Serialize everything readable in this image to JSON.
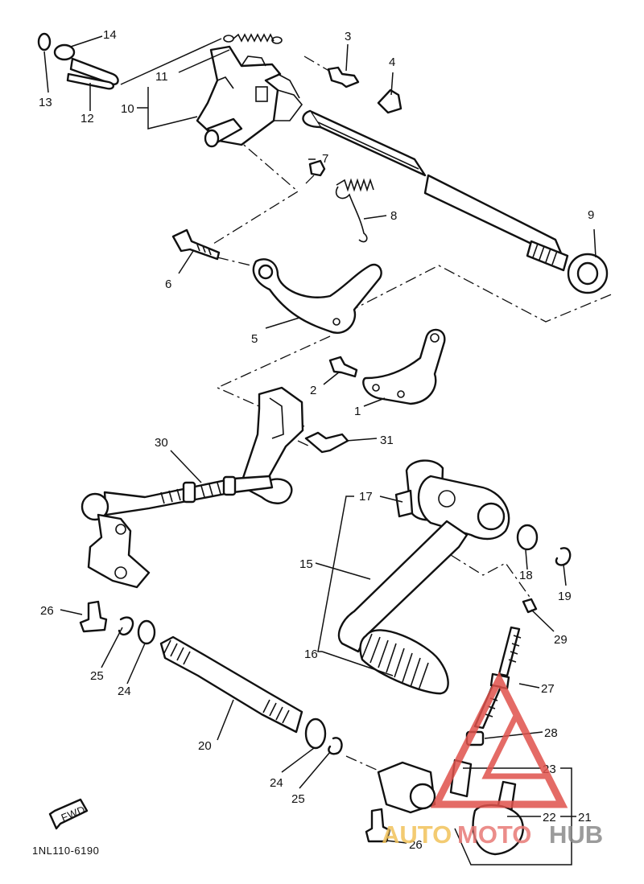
{
  "diagram": {
    "part_numbers": [
      "1",
      "2",
      "3",
      "4",
      "5",
      "6",
      "7",
      "8",
      "9",
      "10",
      "11",
      "12",
      "13",
      "14",
      "15",
      "16",
      "17",
      "18",
      "19",
      "20",
      "21",
      "22",
      "23",
      "24",
      "25",
      "26",
      "27",
      "28",
      "29",
      "30",
      "31"
    ],
    "repeated_labels": {
      "n24b": "24",
      "n25b": "25",
      "n26b": "26"
    },
    "drawing_code": "1NL110-6190",
    "fwd_label": "FWD"
  },
  "watermark": {
    "part1": "AUTO",
    "part2": "MOTO",
    "part3": "HUB",
    "colors": {
      "auto": "#f2c25a",
      "moto": "#e87a76",
      "hub": "#8a8a8a",
      "triangle": "#e0524c"
    }
  }
}
